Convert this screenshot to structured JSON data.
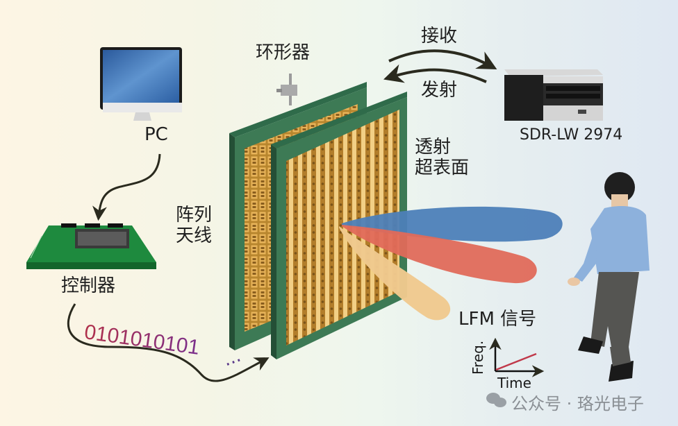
{
  "diagram": {
    "nodes": {
      "pc": {
        "label": "PC"
      },
      "controller": {
        "label": "控制器"
      },
      "array_antenna": {
        "label": "阵列\n天线"
      },
      "circulator": {
        "label": "环形器"
      },
      "metasurface": {
        "label": "透射\n超表面"
      },
      "sdr": {
        "label": "SDR-LW 2974"
      },
      "lfm": {
        "label": "LFM 信号"
      }
    },
    "edges": {
      "receive": {
        "label": "接收"
      },
      "transmit": {
        "label": "发射"
      }
    },
    "binary_stream": {
      "text": "0101010101",
      "ellipsis": "···"
    },
    "lfm_plot": {
      "ylabel": "Freq.",
      "xlabel": "Time"
    },
    "beams": [
      {
        "name": "blue-beam",
        "color": "#4d7fb8"
      },
      {
        "name": "red-beam",
        "color": "#e06a5a"
      },
      {
        "name": "yellow-beam",
        "color": "#f0c98e"
      }
    ],
    "watermark": {
      "text": "公众号 · 珞光电子"
    }
  }
}
